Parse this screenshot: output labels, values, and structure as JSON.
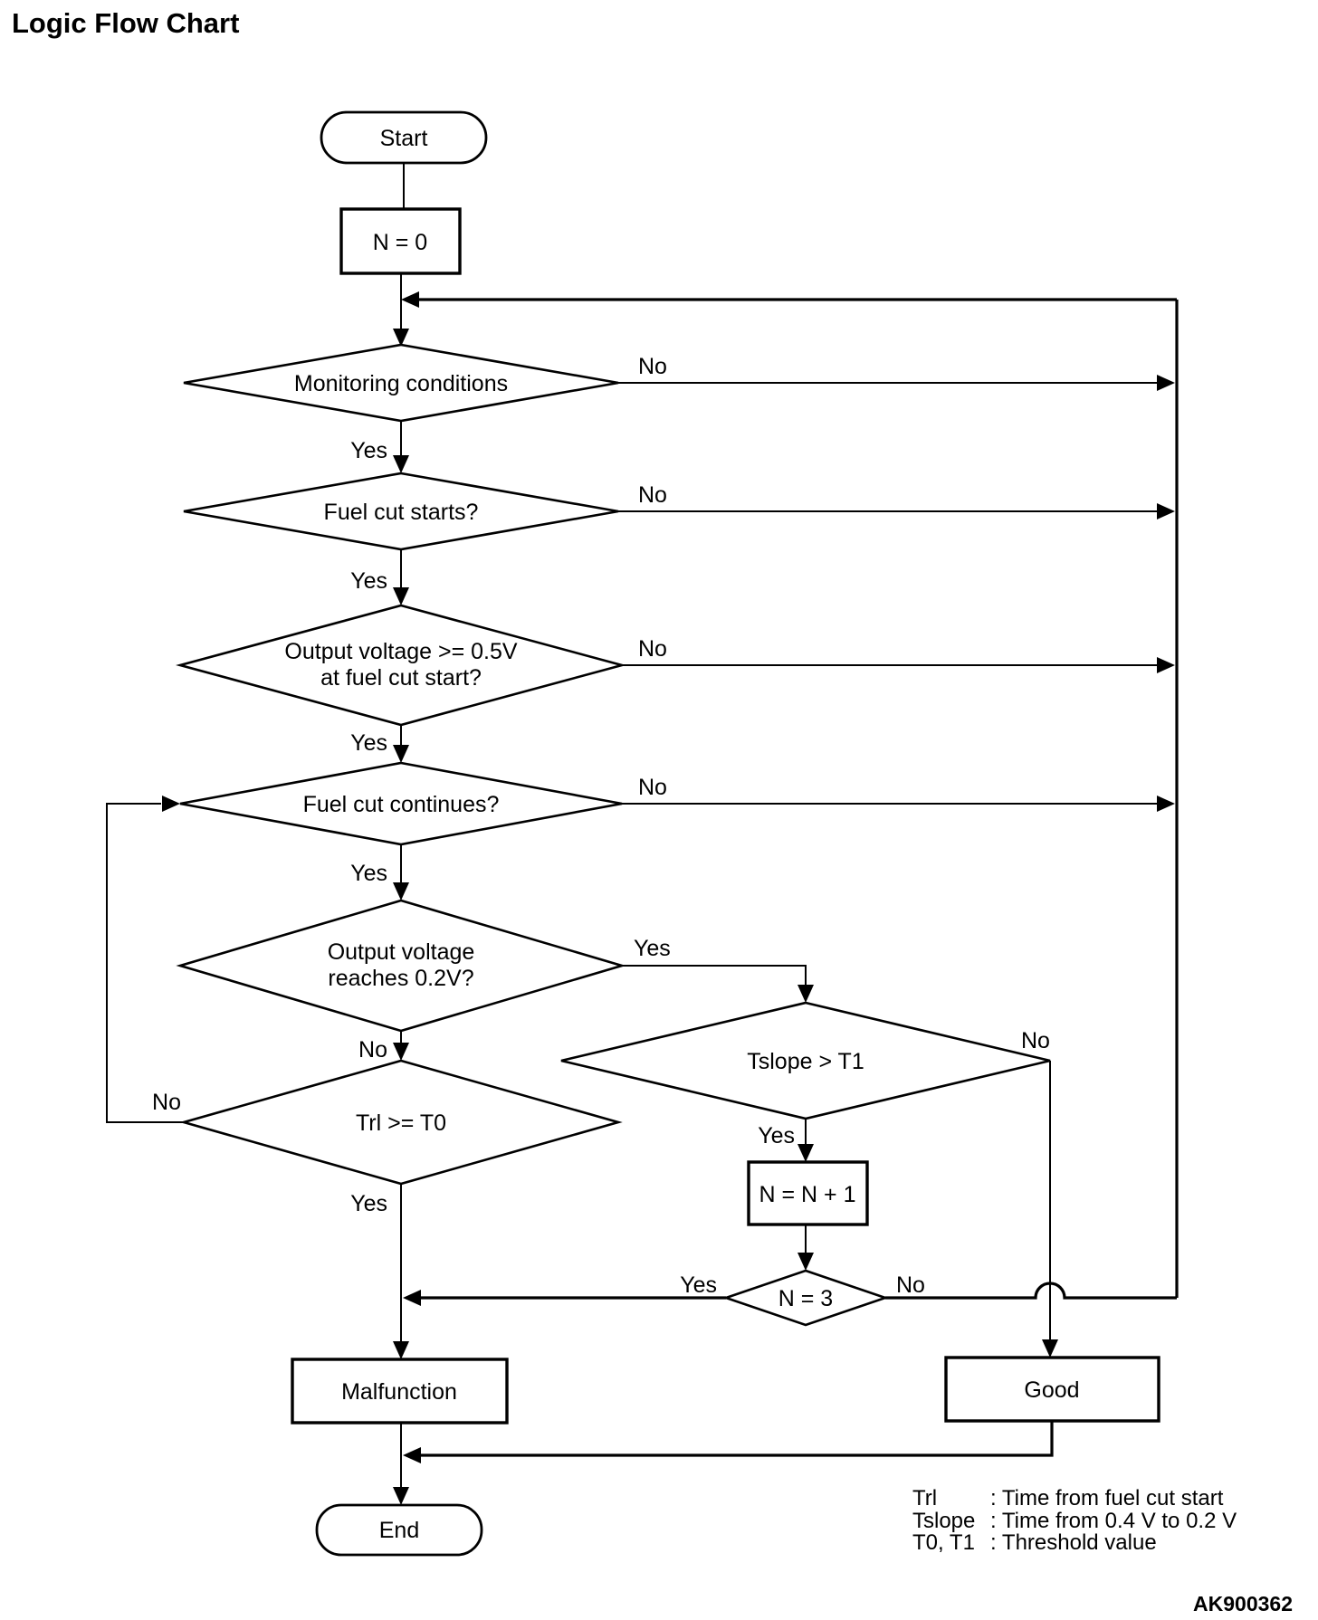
{
  "colors": {
    "background": "#ffffff",
    "line": "#000000",
    "text": "#000000"
  },
  "title": "Logic Flow Chart",
  "figure_code": "AK900362",
  "nodes": {
    "start": "Start",
    "init": "N = 0",
    "monitoring": "Monitoring conditions",
    "fuel_cut_starts": "Fuel cut starts?",
    "voltage_05": {
      "line1": "Output voltage >= 0.5V",
      "line2": "at fuel cut start?"
    },
    "fuel_cut_continues": "Fuel cut continues?",
    "voltage_02": {
      "line1": "Output voltage",
      "line2": "reaches 0.2V?"
    },
    "tslope": "Tslope > T1",
    "trl": "Trl >= T0",
    "increment": "N = N + 1",
    "n_check": "N = 3",
    "malfunction": "Malfunction",
    "good": "Good",
    "end": "End"
  },
  "labels": {
    "yes": "Yes",
    "no": "No"
  },
  "legend": {
    "items": [
      {
        "term": "Trl",
        "definition": ": Time from fuel cut start"
      },
      {
        "term": "Tslope",
        "definition": ": Time from 0.4 V to 0.2 V"
      },
      {
        "term": "T0, T1",
        "definition": ": Threshold value"
      }
    ]
  }
}
